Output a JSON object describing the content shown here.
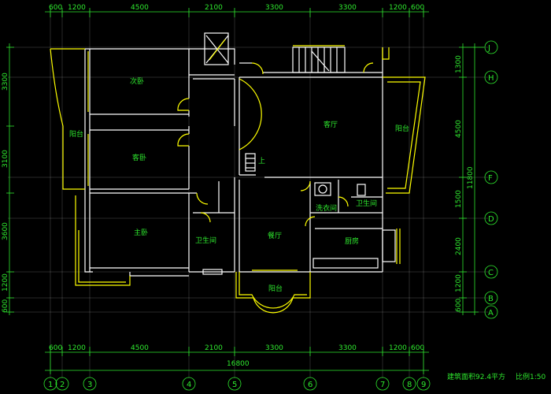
{
  "dimensions": {
    "column_spans": [
      "600",
      "1200",
      "4500",
      "2100",
      "3300",
      "3300",
      "1200",
      "600"
    ],
    "row_spans_top_to_bottom": [
      "1300",
      "4500",
      "1500",
      "2400",
      "1200",
      "600"
    ],
    "left_spans_top_to_bottom": [
      "3300",
      "3100",
      "3600",
      "1200",
      "600"
    ],
    "total_width": "16800",
    "right_subtotal": "11800"
  },
  "axes": {
    "columns": [
      "1",
      "2",
      "3",
      "4",
      "5",
      "6",
      "7",
      "8",
      "9"
    ],
    "rows": [
      "J",
      "H",
      "F",
      "D",
      "C",
      "B",
      "A"
    ]
  },
  "rooms": {
    "second_bedroom": "次卧",
    "guest_room": "客卧",
    "master_bedroom": "主卧",
    "living_room": "客厅",
    "dining_room": "餐厅",
    "kitchen": "厨房",
    "bathroom_left": "卫生间",
    "bathroom_right": "卫生间",
    "laundry": "洗衣间",
    "balcony_left": "阳台",
    "balcony_right": "阳台",
    "balcony_bottom": "阳台",
    "stair_up": "上"
  },
  "caption": {
    "area": "建筑面积92.4平方",
    "scale": "比例1:50"
  }
}
